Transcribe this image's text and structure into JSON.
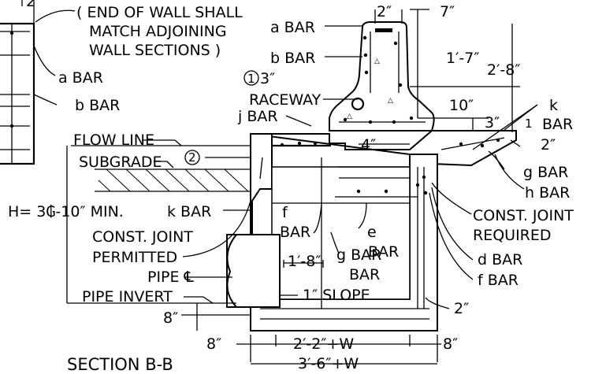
{
  "notes": {
    "end_of_wall": [
      "( END OF WALL SHALL",
      "MATCH ADJOINING",
      "WALL SECTIONS )"
    ],
    "top_number": "2"
  },
  "callouts": {
    "a_bar_left": "a BAR",
    "b_bar_left": "b BAR",
    "a_bar_barrier": "a BAR",
    "b_bar_barrier": "b BAR",
    "circle_1": "1",
    "dim_3in": "3″",
    "raceway": "RACEWAY",
    "j_bar": "j BAR",
    "k_bar_right": "k",
    "k_bar_right_2": "BAR",
    "g_bar_right": "g BAR",
    "h_bar_right": "h BAR",
    "const_joint_required": [
      "CONST. JOINT",
      "REQUIRED"
    ],
    "d_bar": "d BAR",
    "f_bar_right": "f BAR",
    "flow_line": "FLOW LINE",
    "subgrade": "SUBGRADE",
    "circle_2": "2",
    "height_note": "H= 3₲-10″ MIN.",
    "k_bar_left": "k BAR",
    "f_bar_mid": [
      "f",
      "BAR"
    ],
    "e_bar": "e",
    "e_bar_2": "BAR",
    "const_joint_permitted": [
      "CONST. JOINT",
      "PERMITTED"
    ],
    "g_bar_mid": "g BAR",
    "pipe_cl": "PIPE ℄",
    "bar_mid": "BAR",
    "slope": "1″ SLOPE",
    "pipe_invert": "PIPE INVERT"
  },
  "dimensions": {
    "d_2in_top": "2″",
    "d_7in": "7″",
    "d_1_7": "1′-7″",
    "d_2_8": "2′-8″",
    "d_10in": "10″",
    "d_3in_right": "3″",
    "d_4in": "4″",
    "d_1in": "1",
    "d_2in_right": "2″",
    "d_1_8": "1′-8″",
    "d_8in_left": "8″",
    "d_8in_bottom_left": "8″",
    "d_2_2w": "2′-2″+W",
    "d_8in_bottom_right": "8″",
    "d_3_6w": "3′-6″+W",
    "d_2in_bottom": "2″"
  },
  "title": "SECTION B-B"
}
